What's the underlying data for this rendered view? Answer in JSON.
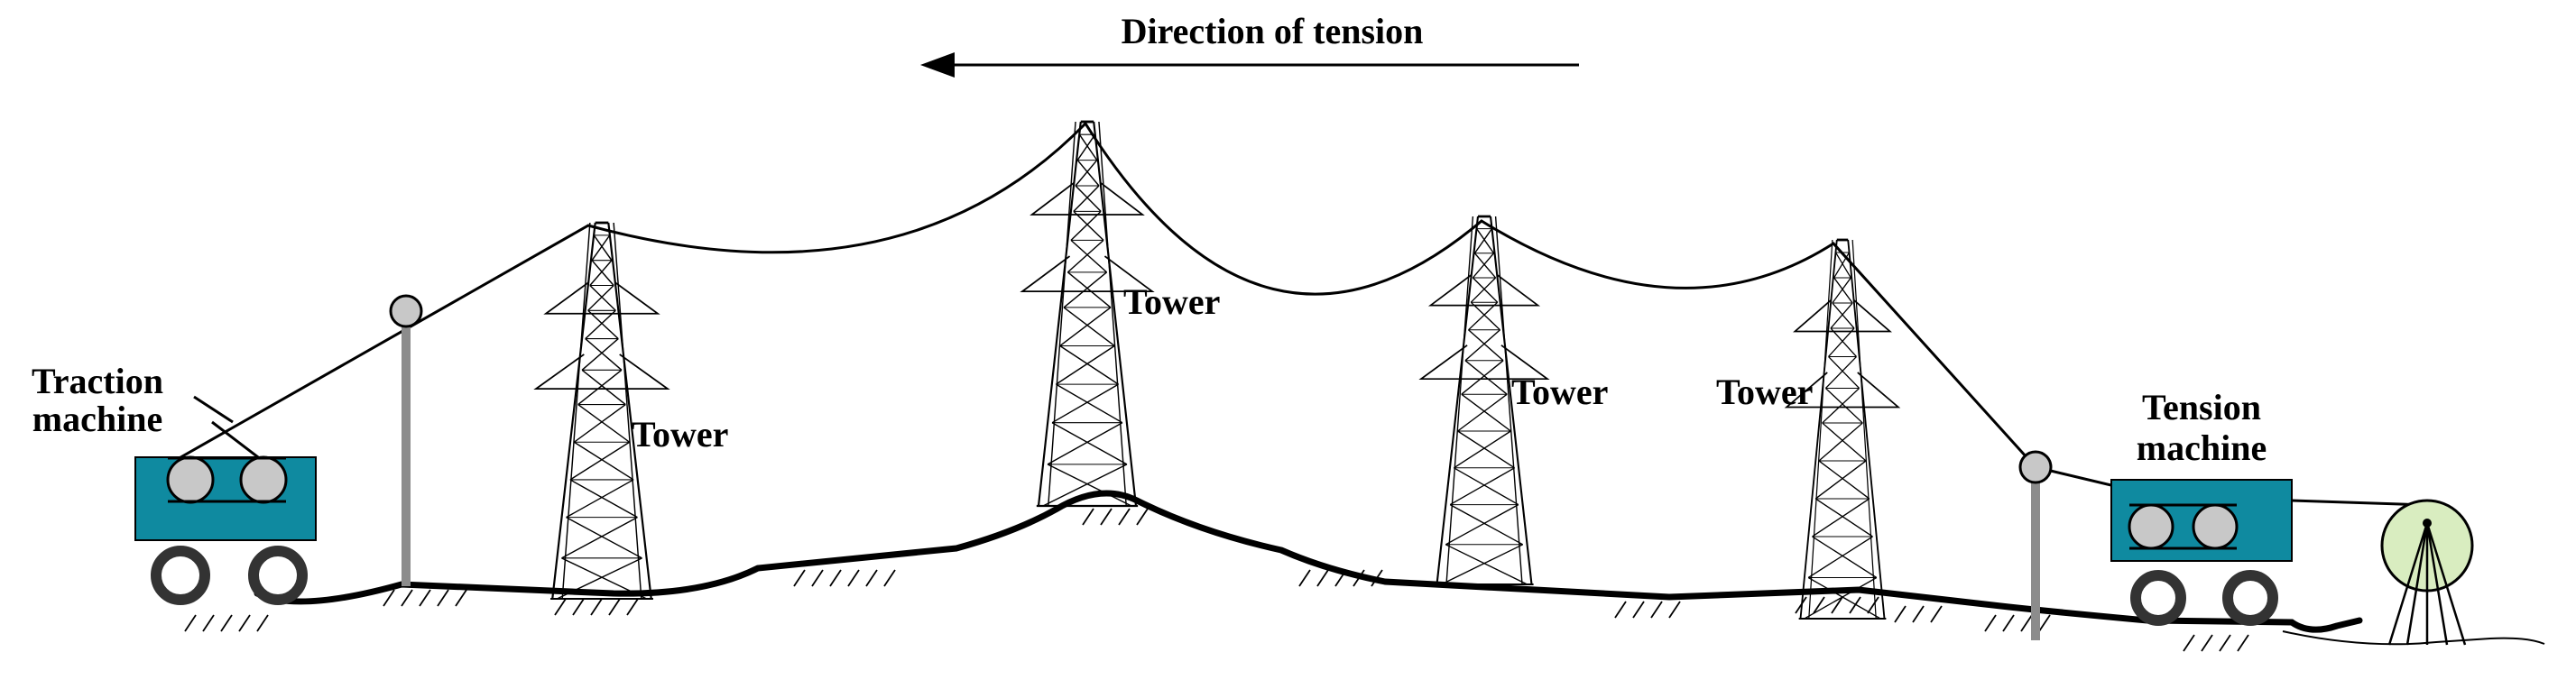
{
  "direction": {
    "label": "Direction of tension"
  },
  "towers": [
    {
      "label": "Tower"
    },
    {
      "label": "Tower"
    },
    {
      "label": "Tower"
    },
    {
      "label": "Tower"
    }
  ],
  "traction_machine": {
    "label_line1": "Traction",
    "label_line2": "machine"
  },
  "tension_machine": {
    "label_line1": "Tension",
    "label_line2": "machine"
  },
  "colors": {
    "machine_body": "#0f8aa0",
    "pulley": "#c8c8c8",
    "reel": "#d9edc0",
    "pole": "#8c8c8c",
    "ground": "#000000"
  }
}
